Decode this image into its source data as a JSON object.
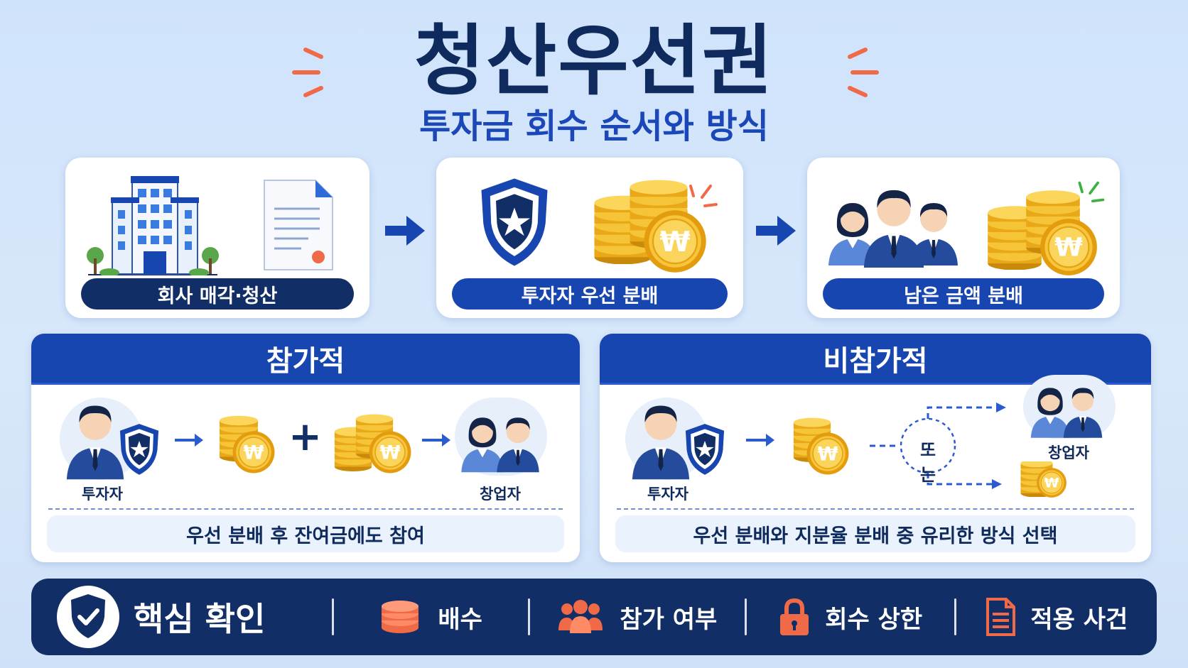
{
  "title": "청산우선권",
  "subtitle": "투자금 회수 순서와 방식",
  "steps": [
    {
      "label": "회사 매각·청산",
      "color": "#112e66"
    },
    {
      "label": "투자자 우선 분배",
      "color": "#1846b0"
    },
    {
      "label": "남은 금액 분배",
      "color": "#1846b0"
    }
  ],
  "participating": {
    "heading": "참가적",
    "investor_label": "투자자",
    "founder_label": "창업자",
    "plus": "+",
    "note": "우선 분배 후 잔여금에도 참여"
  },
  "non_participating": {
    "heading": "비참가적",
    "investor_label": "투자자",
    "or_label": "또는",
    "founder_label": "창업자",
    "note": "우선 분배와 지분율 분배 중 유리한 방식 선택"
  },
  "bottom_bar": {
    "heading": "핵심 확인",
    "items": [
      {
        "label": "배수",
        "icon": "coin-stack-icon"
      },
      {
        "label": "참가 여부",
        "icon": "people-group-icon"
      },
      {
        "label": "회수 상한",
        "icon": "lock-icon"
      },
      {
        "label": "적용 사건",
        "icon": "document-icon"
      }
    ]
  },
  "colors": {
    "navy": "#112e66",
    "blue": "#1846b0",
    "accent_orange": "#f06a47",
    "coin_gold": "#f2b51e"
  }
}
